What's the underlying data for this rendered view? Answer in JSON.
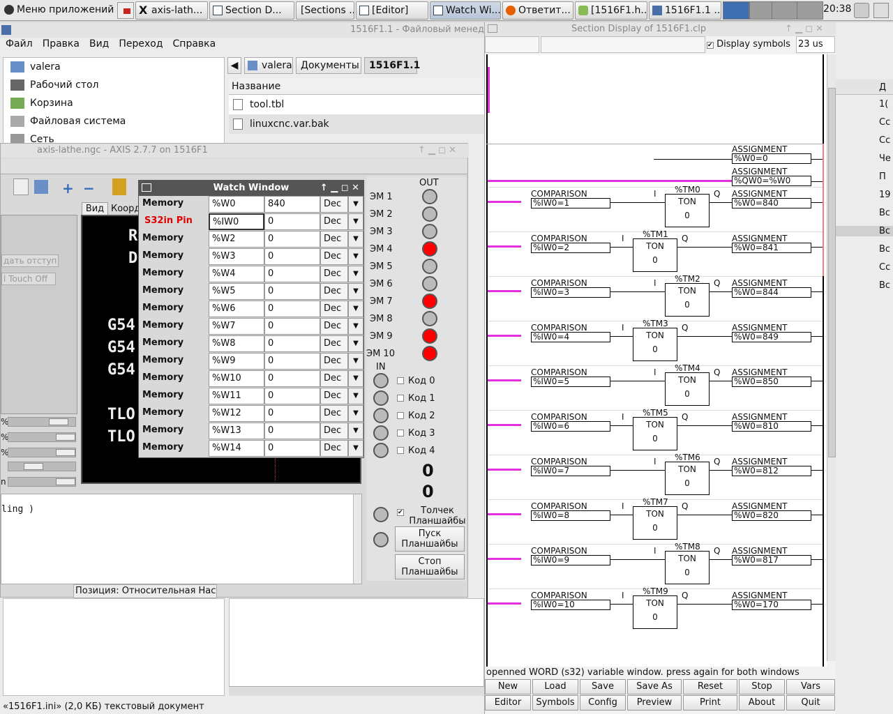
{
  "taskbar": {
    "apps_menu": "Меню приложений",
    "tasks": [
      "axis-lath...",
      "Section D...",
      "[Sections ...",
      "[Editor]",
      "Watch Wi...",
      "Ответит...",
      "[1516F1.h...",
      "1516F1.1 ..."
    ],
    "clock": "20:38"
  },
  "fm": {
    "title": "1516F1.1 - Файловый менед",
    "menu": [
      "Файл",
      "Правка",
      "Вид",
      "Переход",
      "Справка"
    ],
    "sidebar": [
      "valera",
      "Рабочий стол",
      "Корзина",
      "Файловая система",
      "Сеть"
    ],
    "path": [
      "valera",
      "Документы",
      "1516F1.1"
    ],
    "column": "Название",
    "files": [
      "tool.tbl",
      "linuxcnc.var.bak"
    ],
    "status": "«1516F1.ini» (2,0 КБ) текстовый документ"
  },
  "axis": {
    "title": "axis-lathe.ngc - AXIS 2.7.7 on 1516F1",
    "tabs": [
      "Вид",
      "Коорд"
    ],
    "btn1": "дать отступ",
    "btn2": "l Touch Off",
    "gcode": [
      "R",
      "D",
      "G54",
      "G54",
      "G54",
      "TLO",
      "TLO"
    ],
    "console": "ling )",
    "status": "Позиция: Относительная Насто",
    "pcts": [
      "%",
      "%",
      "%",
      "",
      "n"
    ]
  },
  "watch": {
    "title": "Watch Window",
    "rows": [
      {
        "type": "Memory",
        "var": "%W0",
        "val": "840",
        "fmt": "Dec"
      },
      {
        "type": "S32in Pin",
        "var": "%IW0",
        "val": "0",
        "fmt": "Dec"
      },
      {
        "type": "Memory",
        "var": "%W2",
        "val": "0",
        "fmt": "Dec"
      },
      {
        "type": "Memory",
        "var": "%W3",
        "val": "0",
        "fmt": "Dec"
      },
      {
        "type": "Memory",
        "var": "%W4",
        "val": "0",
        "fmt": "Dec"
      },
      {
        "type": "Memory",
        "var": "%W5",
        "val": "0",
        "fmt": "Dec"
      },
      {
        "type": "Memory",
        "var": "%W6",
        "val": "0",
        "fmt": "Dec"
      },
      {
        "type": "Memory",
        "var": "%W7",
        "val": "0",
        "fmt": "Dec"
      },
      {
        "type": "Memory",
        "var": "%W8",
        "val": "0",
        "fmt": "Dec"
      },
      {
        "type": "Memory",
        "var": "%W9",
        "val": "0",
        "fmt": "Dec"
      },
      {
        "type": "Memory",
        "var": "%W10",
        "val": "0",
        "fmt": "Dec"
      },
      {
        "type": "Memory",
        "var": "%W11",
        "val": "0",
        "fmt": "Dec"
      },
      {
        "type": "Memory",
        "var": "%W12",
        "val": "0",
        "fmt": "Dec"
      },
      {
        "type": "Memory",
        "var": "%W13",
        "val": "0",
        "fmt": "Dec"
      },
      {
        "type": "Memory",
        "var": "%W14",
        "val": "0",
        "fmt": "Dec"
      }
    ]
  },
  "leds": {
    "out_label": "OUT",
    "in_label": "IN",
    "outs": [
      {
        "name": "ЭМ 1",
        "on": false
      },
      {
        "name": "ЭМ 2",
        "on": false
      },
      {
        "name": "ЭМ 3",
        "on": false
      },
      {
        "name": "ЭМ 4",
        "on": true
      },
      {
        "name": "ЭМ 5",
        "on": false
      },
      {
        "name": "ЭМ 6",
        "on": false
      },
      {
        "name": "ЭМ 7",
        "on": true
      },
      {
        "name": "ЭМ 8",
        "on": false
      },
      {
        "name": "ЭМ 9",
        "on": true
      },
      {
        "name": "ЭМ 10",
        "on": true
      }
    ],
    "kods": [
      "Код 0",
      "Код 1",
      "Код 2",
      "Код 3",
      "Код 4"
    ],
    "num1": "0",
    "num2": "0",
    "jog": "Толчек Планшайбы",
    "start": "Пуск Планшайбы",
    "stop": "Стоп Планшайбы",
    "on_color": "#ff0000"
  },
  "ladder": {
    "title": "Section Display of 1516F1.clp",
    "display_symbols": "Display symbols",
    "time": "23 us",
    "top_assign": [
      {
        "label": "ASSIGNMENT",
        "expr": "%W0=0"
      },
      {
        "label": "ASSIGNMENT",
        "expr": "%QW0=%W0"
      }
    ],
    "rungs": [
      {
        "cmp": "%IW0=1",
        "timer": "%TM0",
        "asg": "%W0=840"
      },
      {
        "cmp": "%IW0=2",
        "timer": "%TM1",
        "asg": "%W0=841"
      },
      {
        "cmp": "%IW0=3",
        "timer": "%TM2",
        "asg": "%W0=844"
      },
      {
        "cmp": "%IW0=4",
        "timer": "%TM3",
        "asg": "%W0=849"
      },
      {
        "cmp": "%IW0=5",
        "timer": "%TM4",
        "asg": "%W0=850"
      },
      {
        "cmp": "%IW0=6",
        "timer": "%TM5",
        "asg": "%W0=810"
      },
      {
        "cmp": "%IW0=7",
        "timer": "%TM6",
        "asg": "%W0=812"
      },
      {
        "cmp": "%IW0=8",
        "timer": "%TM7",
        "asg": "%W0=820"
      },
      {
        "cmp": "%IW0=9",
        "timer": "%TM8",
        "asg": "%W0=817"
      },
      {
        "cmp": "%IW0=10",
        "timer": "%TM9",
        "asg": "%W0=170"
      }
    ],
    "cmp_label": "COMPARISON",
    "asg_label": "ASSIGNMENT",
    "ton": "TON",
    "ton_val": "0",
    "pin_i": "I",
    "pin_q": "Q",
    "status": "openned WORD (s32) variable window. press again for both windows",
    "buttons_row1": [
      "New",
      "Load",
      "Save",
      "Save As",
      "Reset",
      "Stop",
      "Vars"
    ],
    "buttons_row2": [
      "Editor",
      "Symbols",
      "Config",
      "Preview",
      "Print",
      "About",
      "Quit"
    ],
    "active_color": "#e030e0"
  },
  "right_strip": [
    "Д",
    "1(",
    "Сс",
    "Сс",
    "Че",
    "П",
    "19",
    "Вс",
    "Вс",
    "Вс",
    "Сс",
    "Вс"
  ]
}
